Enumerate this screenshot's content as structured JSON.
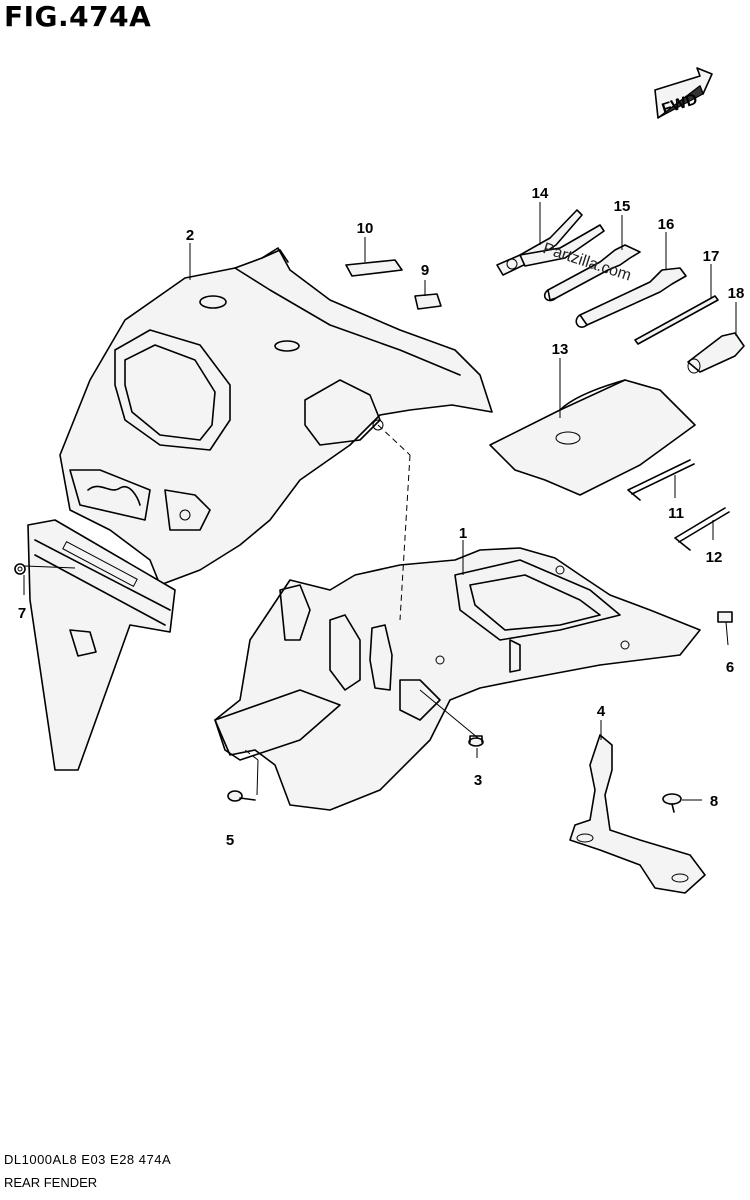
{
  "figure": {
    "title": "FIG.474A",
    "direction_label": "FWD",
    "watermark": "Partzilla.com"
  },
  "callouts": {
    "c1": "1",
    "c2": "2",
    "c3": "3",
    "c4": "4",
    "c5": "5",
    "c6": "6",
    "c7": "7",
    "c8": "8",
    "c9": "9",
    "c10": "10",
    "c11": "11",
    "c12": "12",
    "c13": "13",
    "c14": "14",
    "c15": "15",
    "c16": "16",
    "c17": "17",
    "c18": "18"
  },
  "footer": {
    "code": "DL1000AL8  E03  E28  474A",
    "name": "REAR FENDER"
  }
}
